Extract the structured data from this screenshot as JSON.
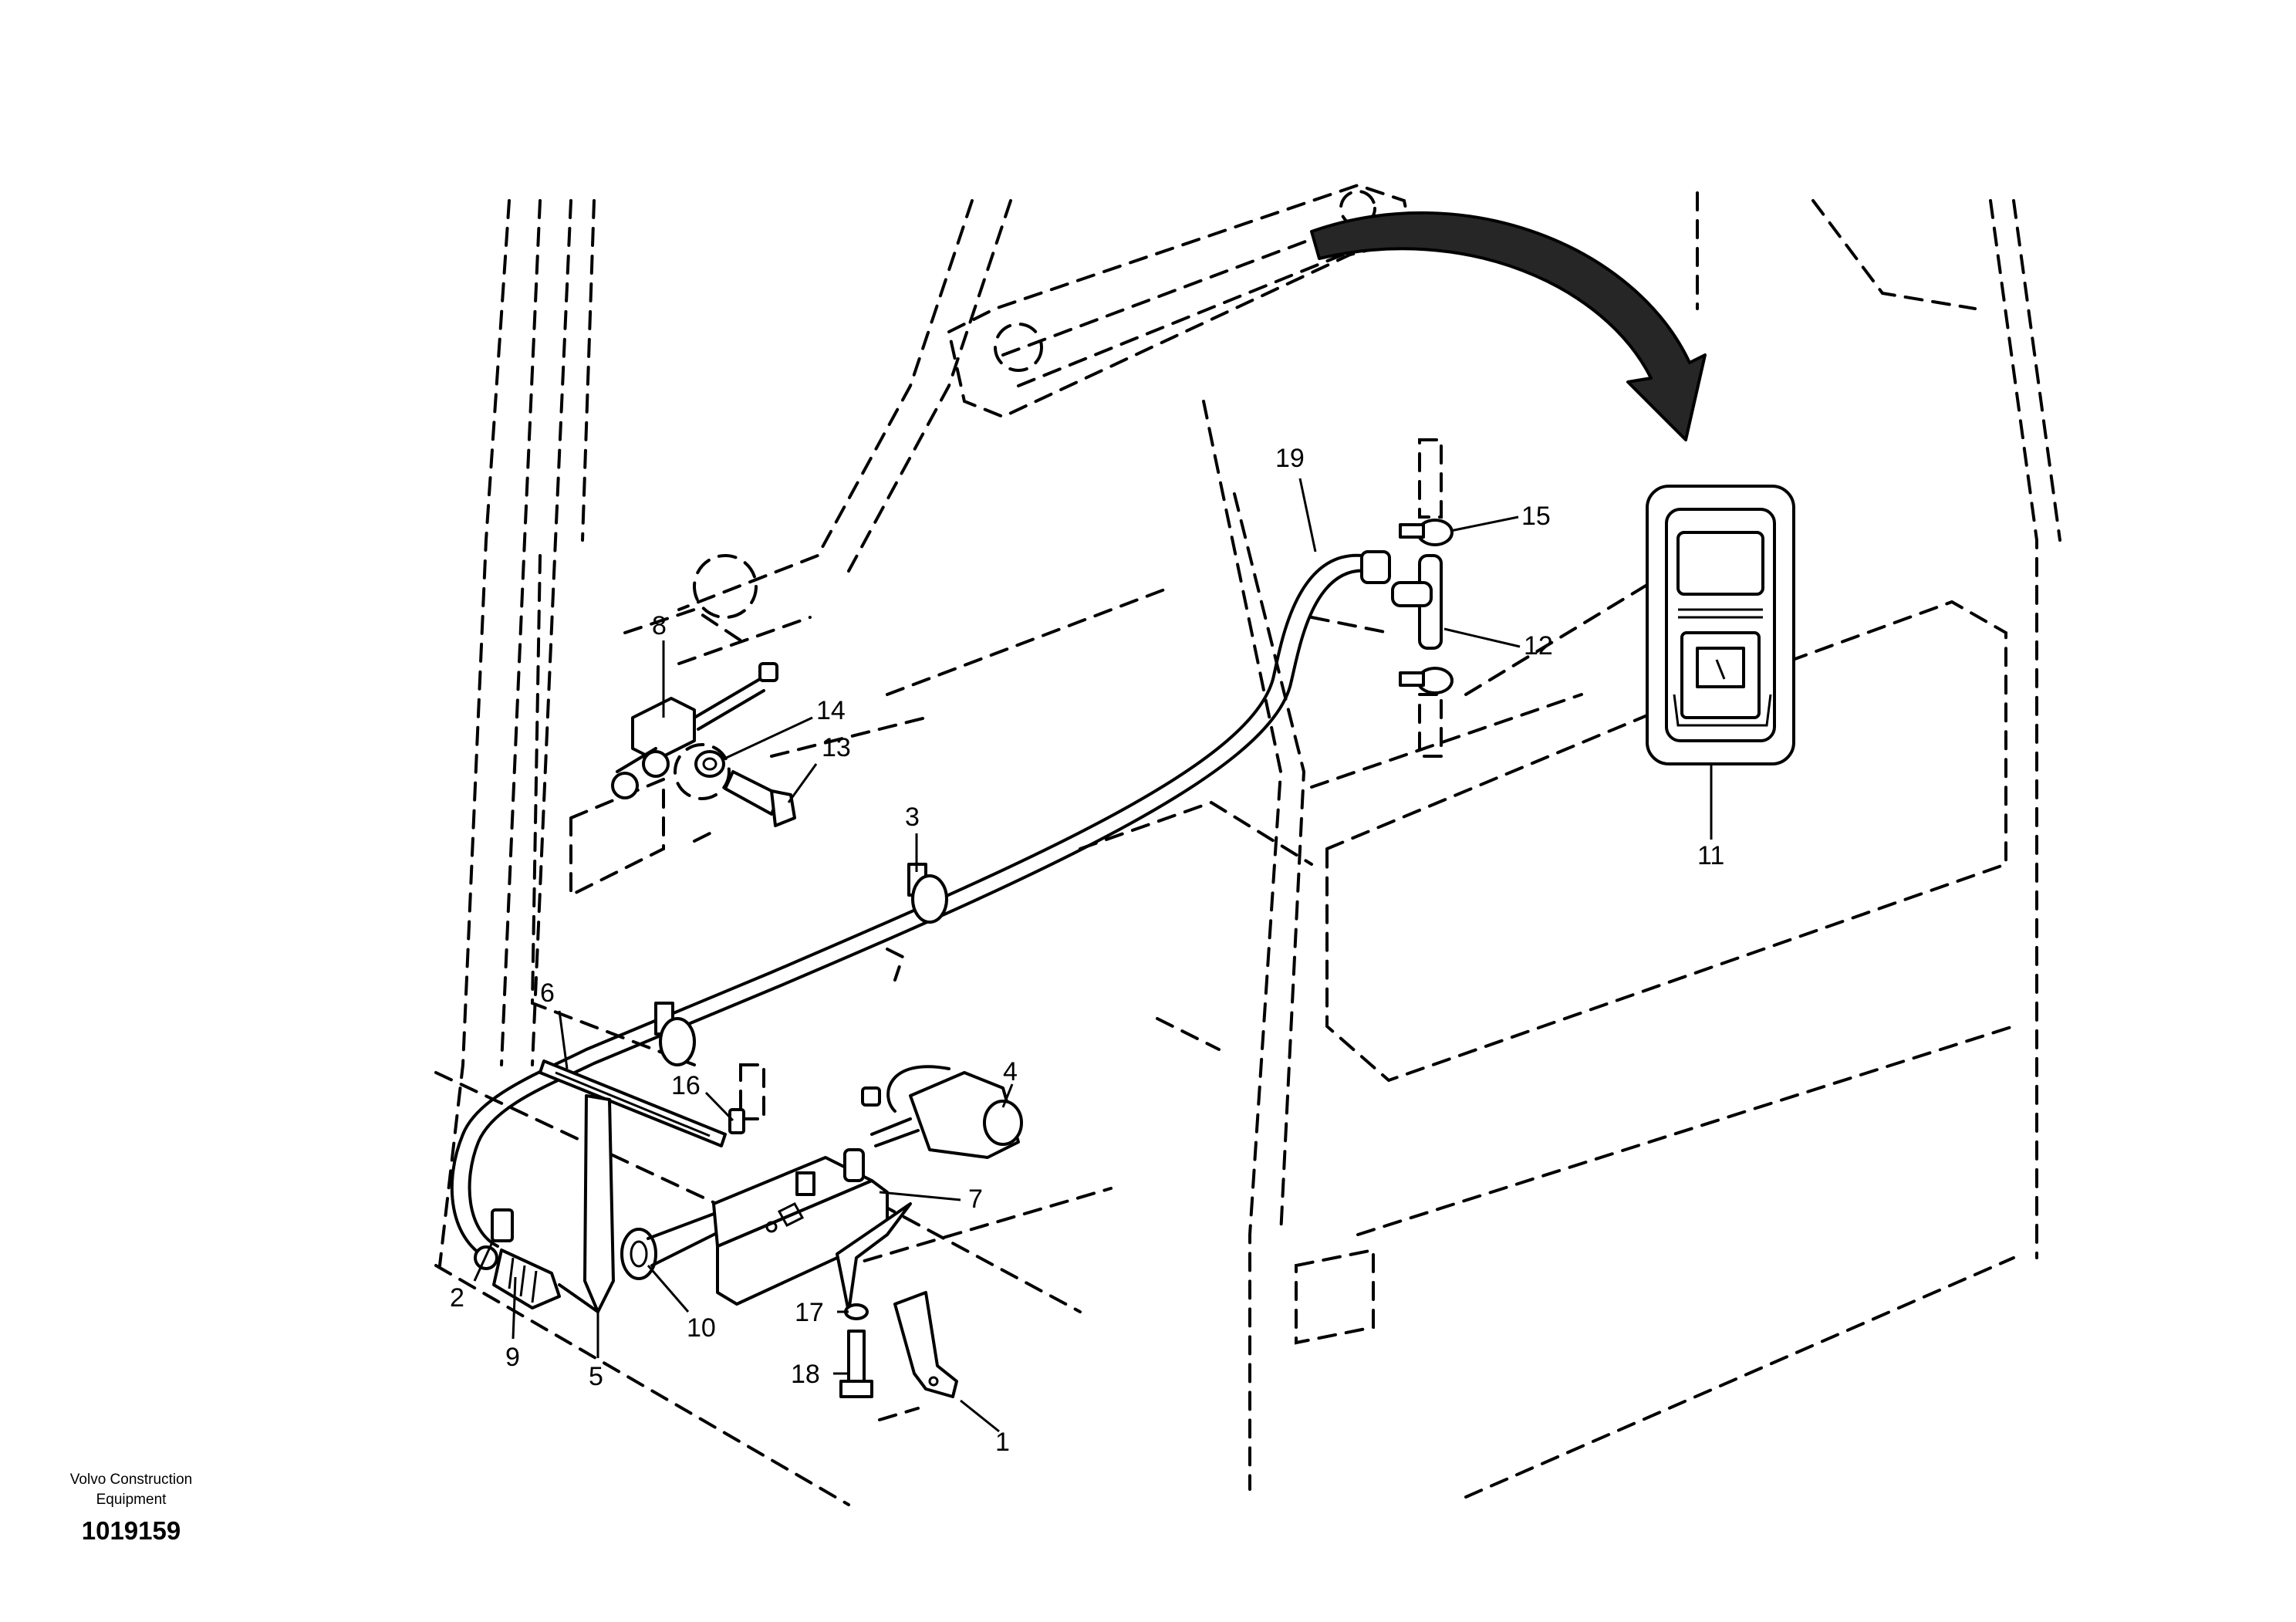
{
  "callouts": {
    "c1": "1",
    "c2": "2",
    "c3": "3",
    "c4": "4",
    "c5": "5",
    "c6": "6",
    "c7": "7",
    "c8": "8",
    "c9": "9",
    "c10": "10",
    "c11": "11",
    "c12": "12",
    "c13": "13",
    "c14": "14",
    "c15": "15",
    "c16": "16",
    "c17": "17",
    "c18": "18",
    "c19": "19"
  },
  "footer": {
    "company_line1": "Volvo Construction",
    "company_line2": "Equipment",
    "drawing_number": "1019159"
  }
}
